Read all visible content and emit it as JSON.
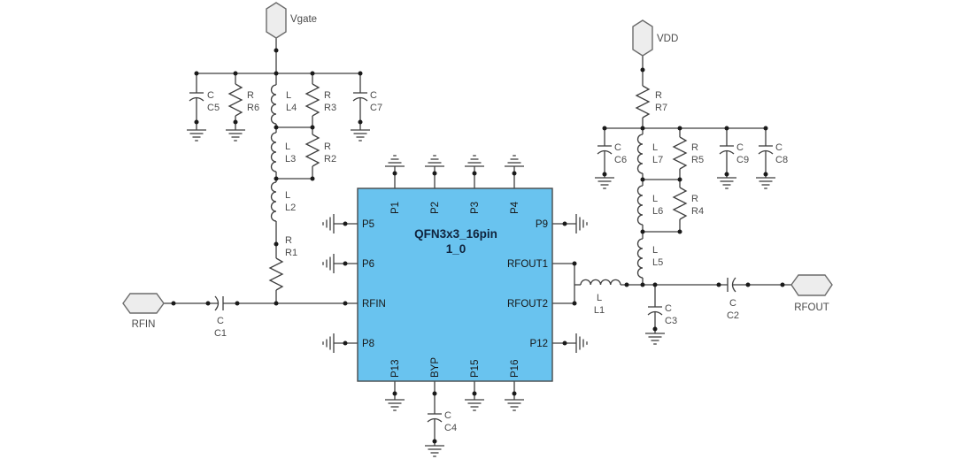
{
  "schematic": {
    "chip": {
      "name": "QFN3x3_16pin",
      "version": "1_0",
      "pins": {
        "top": [
          "P1",
          "P2",
          "P3",
          "P4"
        ],
        "left": [
          "P5",
          "P6",
          "RFIN",
          "P8"
        ],
        "right": [
          "P9",
          "RFOUT1",
          "RFOUT2",
          "P12"
        ],
        "bottom": [
          "P13",
          "BYP",
          "P15",
          "P16"
        ]
      }
    },
    "ports": {
      "vgate": "Vgate",
      "vdd": "VDD",
      "rfin": "RFIN",
      "rfout": "RFOUT"
    },
    "components": {
      "C1": {
        "type": "C",
        "ref": "C1"
      },
      "C2": {
        "type": "C",
        "ref": "C2"
      },
      "C3": {
        "type": "C",
        "ref": "C3"
      },
      "C4": {
        "type": "C",
        "ref": "C4"
      },
      "C5": {
        "type": "C",
        "ref": "C5"
      },
      "C6": {
        "type": "C",
        "ref": "C6"
      },
      "C7": {
        "type": "C",
        "ref": "C7"
      },
      "C8": {
        "type": "C",
        "ref": "C8"
      },
      "C9": {
        "type": "C",
        "ref": "C9"
      },
      "R1": {
        "type": "R",
        "ref": "R1"
      },
      "R2": {
        "type": "R",
        "ref": "R2"
      },
      "R3": {
        "type": "R",
        "ref": "R3"
      },
      "R4": {
        "type": "R",
        "ref": "R4"
      },
      "R5": {
        "type": "R",
        "ref": "R5"
      },
      "R6": {
        "type": "R",
        "ref": "R6"
      },
      "R7": {
        "type": "R",
        "ref": "R7"
      },
      "L1": {
        "type": "L",
        "ref": "L1"
      },
      "L2": {
        "type": "L",
        "ref": "L2"
      },
      "L3": {
        "type": "L",
        "ref": "L3"
      },
      "L4": {
        "type": "L",
        "ref": "L4"
      },
      "L5": {
        "type": "L",
        "ref": "L5"
      },
      "L6": {
        "type": "L",
        "ref": "L6"
      },
      "L7": {
        "type": "L",
        "ref": "L7"
      }
    },
    "colors": {
      "background": "#FFFFFF",
      "wire": "#3F3F3F",
      "label": "#4A4A4A",
      "pin_text": "#161616",
      "junction": "#1A1A1A",
      "chip_fill": "#69C3EF",
      "chip_stroke": "#47494B",
      "chip_text": "#10233C",
      "port_fill": "#EDEDED",
      "port_stroke": "#6B6B6B"
    }
  }
}
